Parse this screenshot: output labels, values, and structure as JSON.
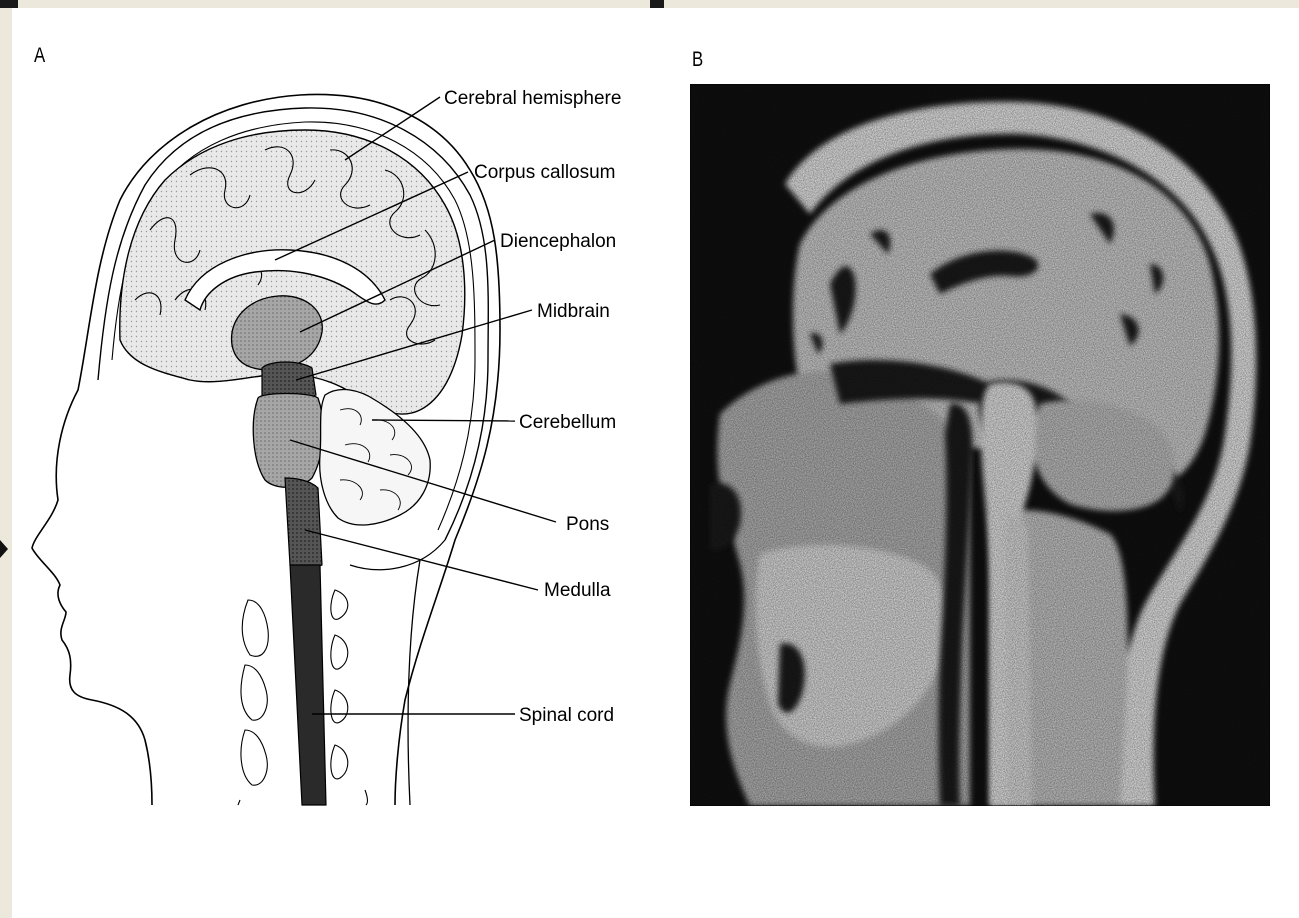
{
  "panel_a": {
    "letter": "A",
    "labels": {
      "cerebral_hemisphere": "Cerebral hemisphere",
      "corpus_callosum": "Corpus callosum",
      "diencephalon": "Diencephalon",
      "midbrain": "Midbrain",
      "cerebellum": "Cerebellum",
      "pons": "Pons",
      "medulla": "Medulla",
      "spinal_cord": "Spinal cord"
    }
  },
  "panel_b": {
    "letter": "B"
  }
}
